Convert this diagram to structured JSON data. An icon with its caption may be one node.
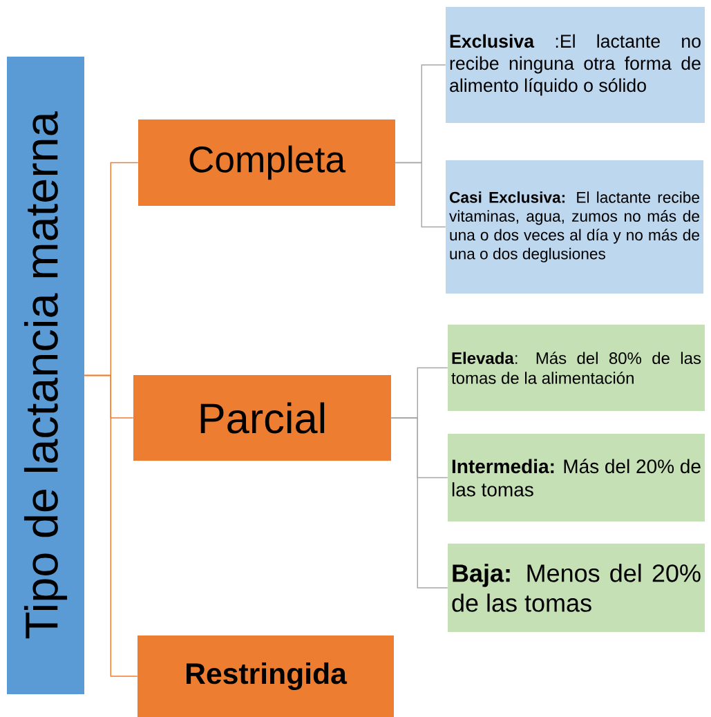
{
  "diagram": {
    "nodes": [
      {
        "text": [
          "Tipo de lactancia materna"
        ]
      },
      {
        "text": [
          "Completa"
        ]
      },
      {
        "text": [
          "Parcial"
        ]
      },
      {
        "text": [
          "Restringida"
        ]
      },
      {
        "text": [
          "**Exclusiva** :El lactante no recibe ninguna otra forma de alimento líquido o sólido"
        ]
      },
      {
        "text": [
          "**Casi Exclusiva:** El lactante recibe vitaminas, agua, zumos no más de una o dos veces al día y no más de una o dos deglusiones"
        ]
      },
      {
        "text": [
          "**Elevada**: Más del 80% de las tomas de la alimentación"
        ]
      },
      {
        "text": [
          "**Intermedia:** Más del 20% de las tomas"
        ]
      },
      {
        "text": [
          "**Baja:** Menos del 20% de las tomas"
        ]
      }
    ],
    "edges": [
      {
        "from": 0,
        "to": 1,
        "arrow": "none",
        "color": "#ed7d31"
      },
      {
        "from": 0,
        "to": 2,
        "arrow": "none",
        "color": "#ed7d31"
      },
      {
        "from": 0,
        "to": 3,
        "arrow": "none",
        "color": "#ed7d31"
      },
      {
        "from": 1,
        "to": 4,
        "arrow": "none"
      },
      {
        "from": 1,
        "to": 5,
        "arrow": "none"
      },
      {
        "from": 2,
        "to": 6,
        "arrow": "none"
      },
      {
        "from": 2,
        "to": 7,
        "arrow": "none"
      },
      {
        "from": 2,
        "to": 8,
        "arrow": "none"
      }
    ]
  }
}
